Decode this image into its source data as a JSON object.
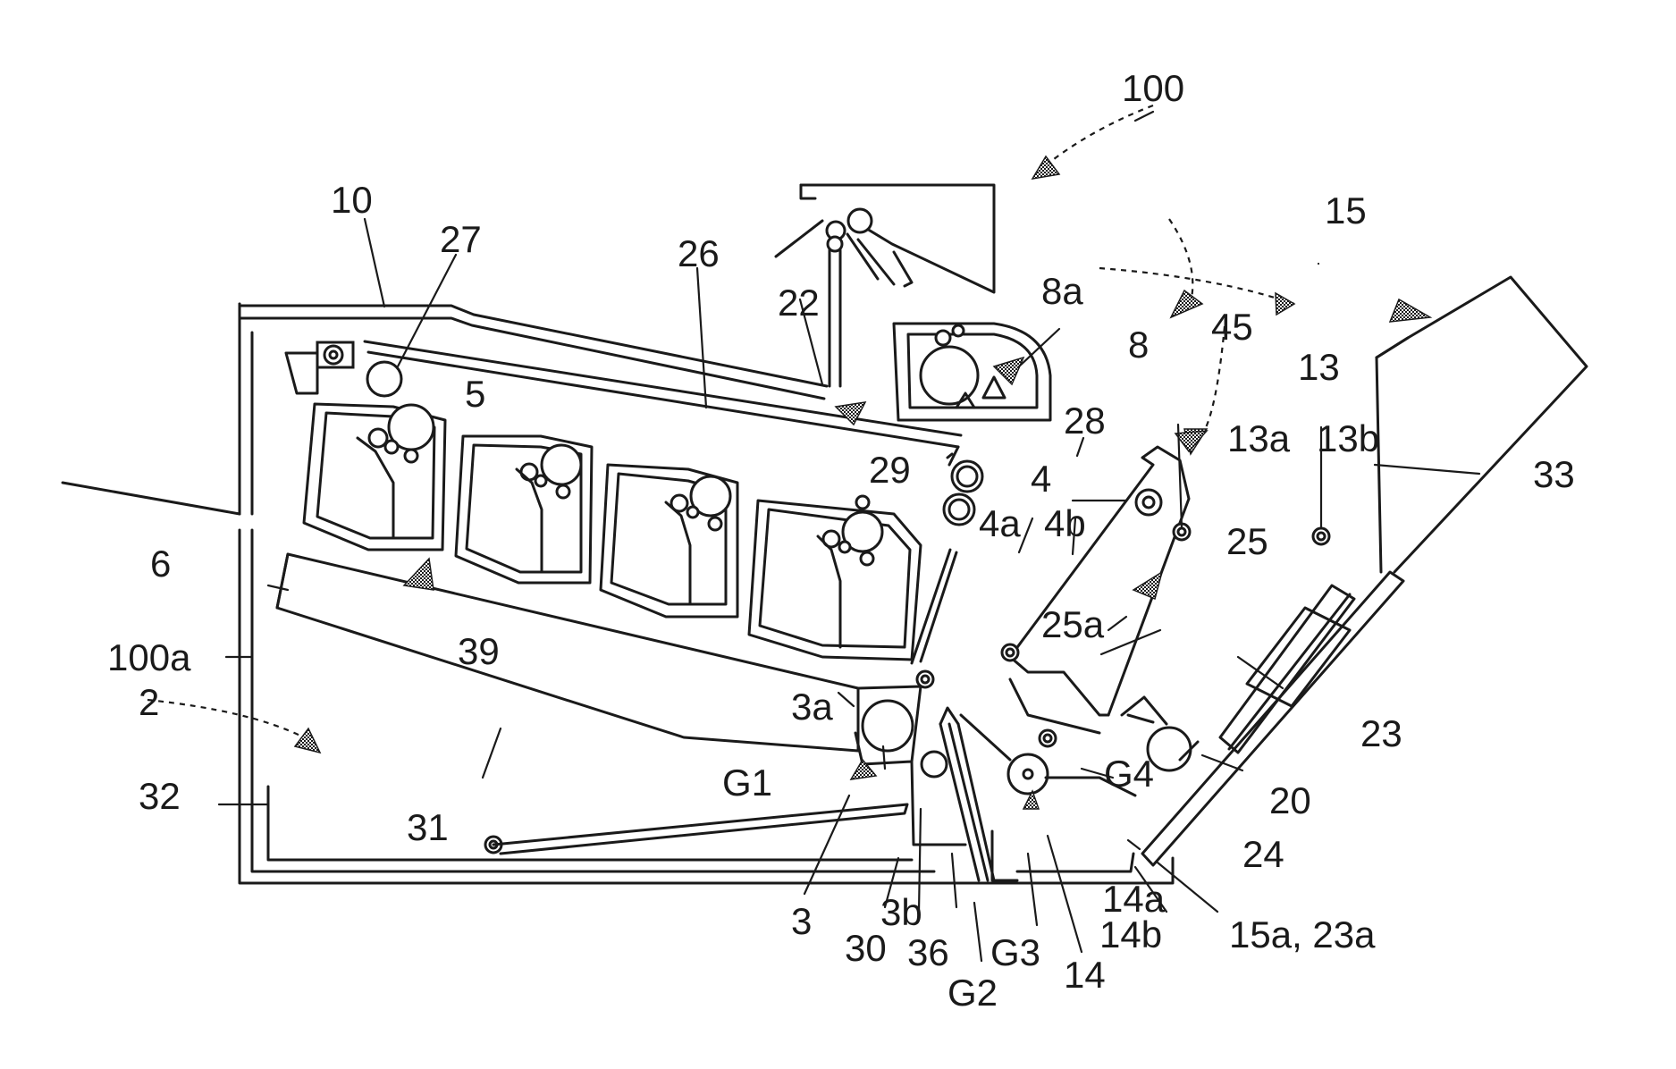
{
  "figure": {
    "labels": {
      "l100": "100",
      "l10": "10",
      "l27": "27",
      "l26": "26",
      "l22": "22",
      "l8a": "8a",
      "l8": "8",
      "l15": "15",
      "l45": "45",
      "l13": "13",
      "l13a": "13a",
      "l13b": "13b",
      "l5": "5",
      "l28": "28",
      "l29": "29",
      "l4": "4",
      "l4a": "4a",
      "l4b": "4b",
      "l33": "33",
      "l25": "25",
      "l6": "6",
      "l25a": "25a",
      "l39": "39",
      "l100a": "100a",
      "l2": "2",
      "l3a": "3a",
      "l23": "23",
      "lG1": "G1",
      "lG4": "G4",
      "l20": "20",
      "l32": "32",
      "l31": "31",
      "l24": "24",
      "l14a": "14a",
      "l3": "3",
      "l30": "30",
      "l3b": "3b",
      "l36": "36",
      "lG3": "G3",
      "l14b": "14b",
      "l15a23a": "15a, 23a",
      "lG2": "G2",
      "l14": "14"
    }
  }
}
